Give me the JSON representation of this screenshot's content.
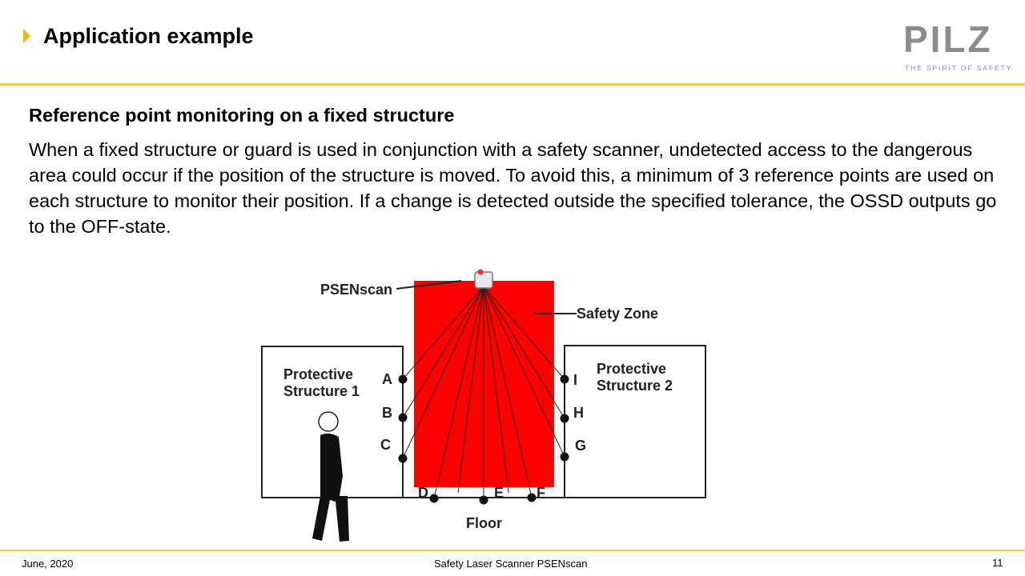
{
  "header": {
    "title": "Application example",
    "logo_text": "PILZ",
    "logo_tagline": "THE SPIRIT OF SAFETY"
  },
  "content": {
    "subtitle": "Reference point monitoring on a fixed structure",
    "body": "When a fixed structure or guard is used in conjunction with a safety scanner, undetected access to the dangerous area could occur if the position of the structure is moved.  To avoid this, a minimum of 3 reference points are used on each structure to monitor their position. If a change is detected outside the specified tolerance, the OSSD outputs go to the OFF-state."
  },
  "diagram": {
    "scanner_label": "PSENscan",
    "zone_label": "Safety Zone",
    "structure1_label": "Protective\nStructure 1",
    "structure2_label": "Protective\nStructure 2",
    "floor_label": "Floor",
    "points": [
      "A",
      "B",
      "C",
      "D",
      "E",
      "F",
      "G",
      "H",
      "I"
    ],
    "zone_color": "#ff0000"
  },
  "footer": {
    "date": "June, 2020",
    "center": "Safety Laser Scanner PSENscan",
    "page": "11"
  },
  "colors": {
    "accent": "#f7b500",
    "rule": "#f2c94c",
    "logo": "#8c8c8c"
  }
}
